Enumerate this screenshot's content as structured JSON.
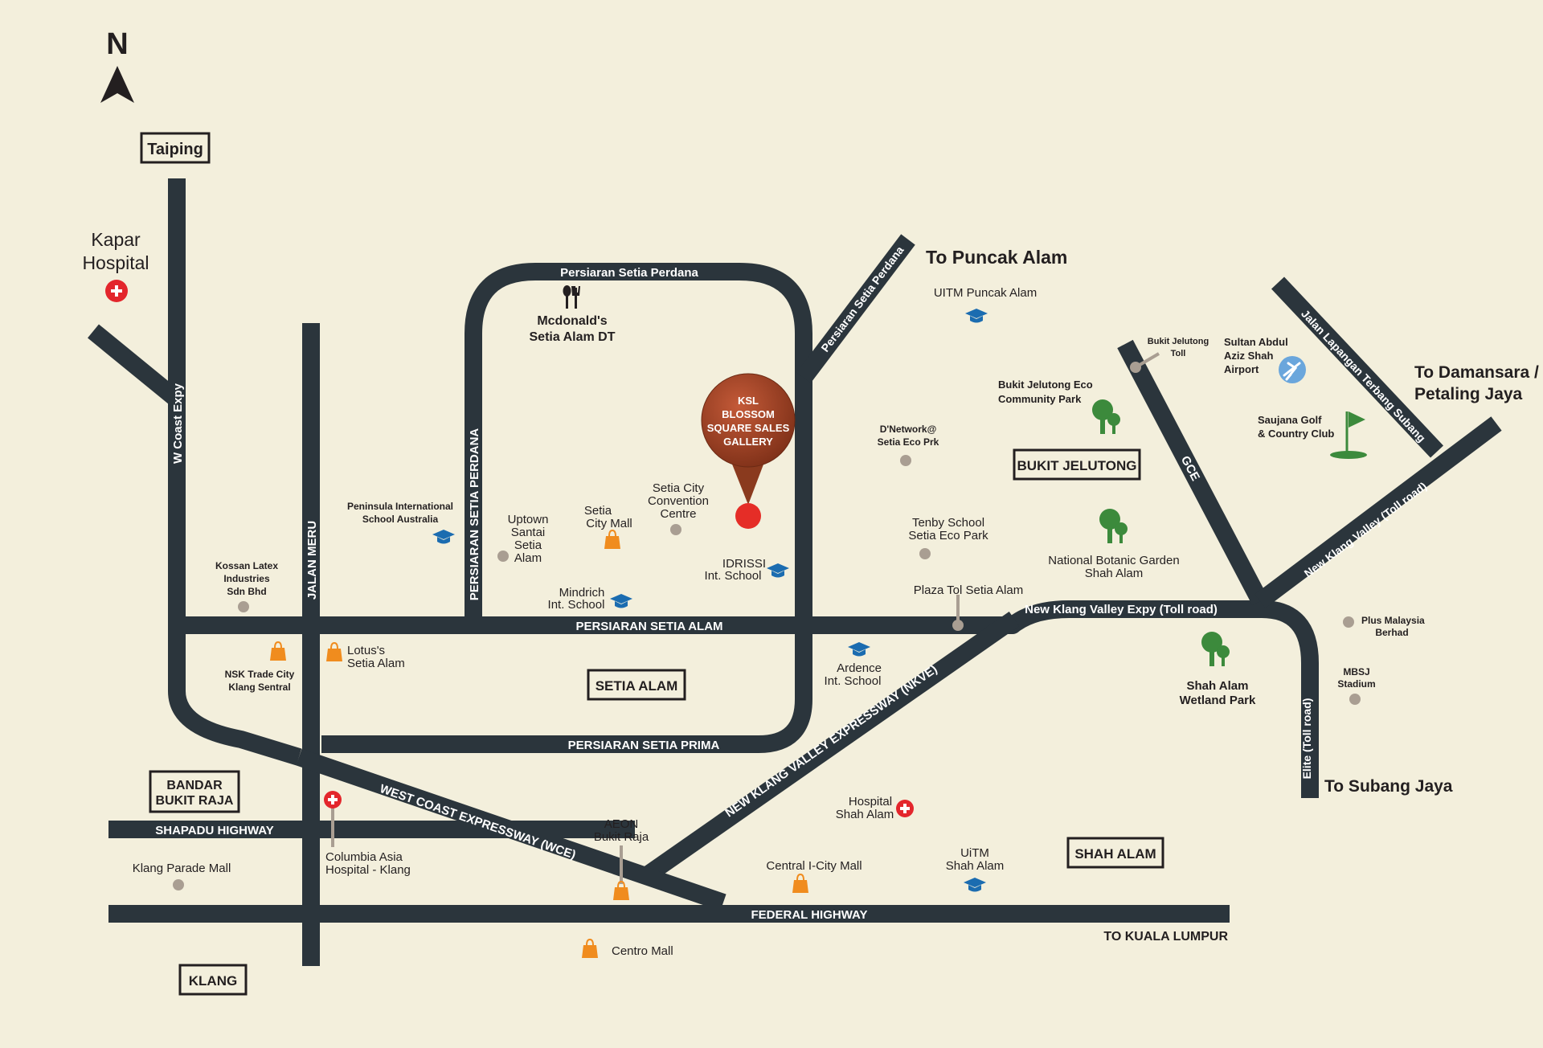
{
  "compass": {
    "label": "N"
  },
  "marker": {
    "lines": [
      "KSL",
      "BLOSSOM",
      "SQUARE SALES",
      "GALLERY"
    ]
  },
  "area_boxes": {
    "taiping": "Taiping",
    "bukit_jelutong": "BUKIT JELUTONG",
    "setia_alam": "SETIA ALAM",
    "bandar_bukit_raja": [
      "BANDAR",
      "BUKIT RAJA"
    ],
    "shah_alam": "SHAH ALAM",
    "klang": "KLANG"
  },
  "directions": {
    "puncak_alam": "To Puncak Alam",
    "damansara": [
      "To Damansara /",
      "Petaling Jaya"
    ],
    "subang_jaya": "To Subang Jaya",
    "kuala_lumpur": "TO KUALA LUMPUR"
  },
  "roads": {
    "w_coast_expy": "W Coast Expy",
    "jalan_meru": "JALAN MERU",
    "persiaran_setia_perdana_vertical": "PERSIARAN SETIA PERDANA",
    "persiaran_setia_perdana_top": "Persiaran Setia Perdana",
    "persiaran_setia_perdana_diag": "Persiaran Setia Perdana",
    "persiaran_setia_alam": "PERSIARAN SETIA ALAM",
    "persiaran_setia_prima": "PERSIARAN SETIA PRIMA",
    "new_klang_valley_expy": "New Klang Valley Expy (Toll road)",
    "nkve": "NEW KLANG VALLEY EXPRESSWAY (NKVE)",
    "wce": "WEST COAST EXPRESSWAY (WCE)",
    "shapadu_highway": "SHAPADU HIGHWAY",
    "federal_highway": "FEDERAL HIGHWAY",
    "gce": "GCE",
    "elite": "Elite (Toll road)",
    "new_klang_valley_toll": "New Klang Valley (Toll road)",
    "jalan_lapangan_terbang_subang": "Jalan Lapangan Terbang Subang"
  },
  "places": {
    "kapar_hospital": [
      "Kapar",
      "Hospital"
    ],
    "mcdonalds": [
      "Mcdonald's",
      "Setia Alam DT"
    ],
    "uitm_puncak_alam": "UITM Puncak Alam",
    "bukit_jelutong_toll": [
      "Bukit Jelutong",
      "Toll"
    ],
    "airport": [
      "Sultan Abdul",
      "Aziz Shah",
      "Airport"
    ],
    "eco_park": [
      "Bukit Jelutong Eco",
      "Community Park"
    ],
    "dnetwork": [
      "D'Network@",
      "Setia Eco Prk"
    ],
    "saujana_golf": [
      "Saujana Golf",
      "& Country Club"
    ],
    "peninsula_school": [
      "Peninsula International",
      "School Australia"
    ],
    "kossan": [
      "Kossan Latex",
      "Industries",
      "Sdn Bhd"
    ],
    "uptown": [
      "Uptown",
      "Santai",
      "Setia",
      "Alam"
    ],
    "setia_city_mall": [
      "Setia",
      "City Mall"
    ],
    "convention_centre": [
      "Setia City",
      "Convention",
      "Centre"
    ],
    "tenby": [
      "Tenby School",
      "Setia Eco Park"
    ],
    "botanic_garden": [
      "National Botanic Garden",
      "Shah Alam"
    ],
    "idrissi": [
      "IDRISSI",
      "Int. School"
    ],
    "mindrich": [
      "Mindrich",
      "Int. School"
    ],
    "plaza_tol": "Plaza Tol Setia Alam",
    "plus_malaysia": [
      "Plus Malaysia",
      "Berhad"
    ],
    "mbsj": [
      "MBSJ",
      "Stadium"
    ],
    "lotus": [
      "Lotus's",
      "Setia Alam"
    ],
    "nsk": [
      "NSK Trade City",
      "Klang Sentral"
    ],
    "ardence": [
      "Ardence",
      "Int. School"
    ],
    "wetland_park": [
      "Shah Alam",
      "Wetland Park"
    ],
    "columbia": [
      "Columbia Asia",
      "Hospital - Klang"
    ],
    "aeon": [
      "AEON",
      "Bukit Raja"
    ],
    "hospital_shah_alam": [
      "Hospital",
      "Shah Alam"
    ],
    "central_icity": "Central I-City Mall",
    "uitm_shah_alam": [
      "UiTM",
      "Shah Alam"
    ],
    "klang_parade": "Klang Parade Mall",
    "centro_mall": "Centro Mall"
  },
  "colors": {
    "background": "#f3efdc",
    "road": "#2b353c",
    "marker": "#a0442a",
    "marker_dot": "#e52d27",
    "school": "#1b6cb0",
    "mall": "#f08c1e",
    "park": "#3c8a3c",
    "hospital": "#e3262c",
    "airport": "#6aa6dc",
    "poi_dot": "#a99e92",
    "text": "#231f20"
  }
}
